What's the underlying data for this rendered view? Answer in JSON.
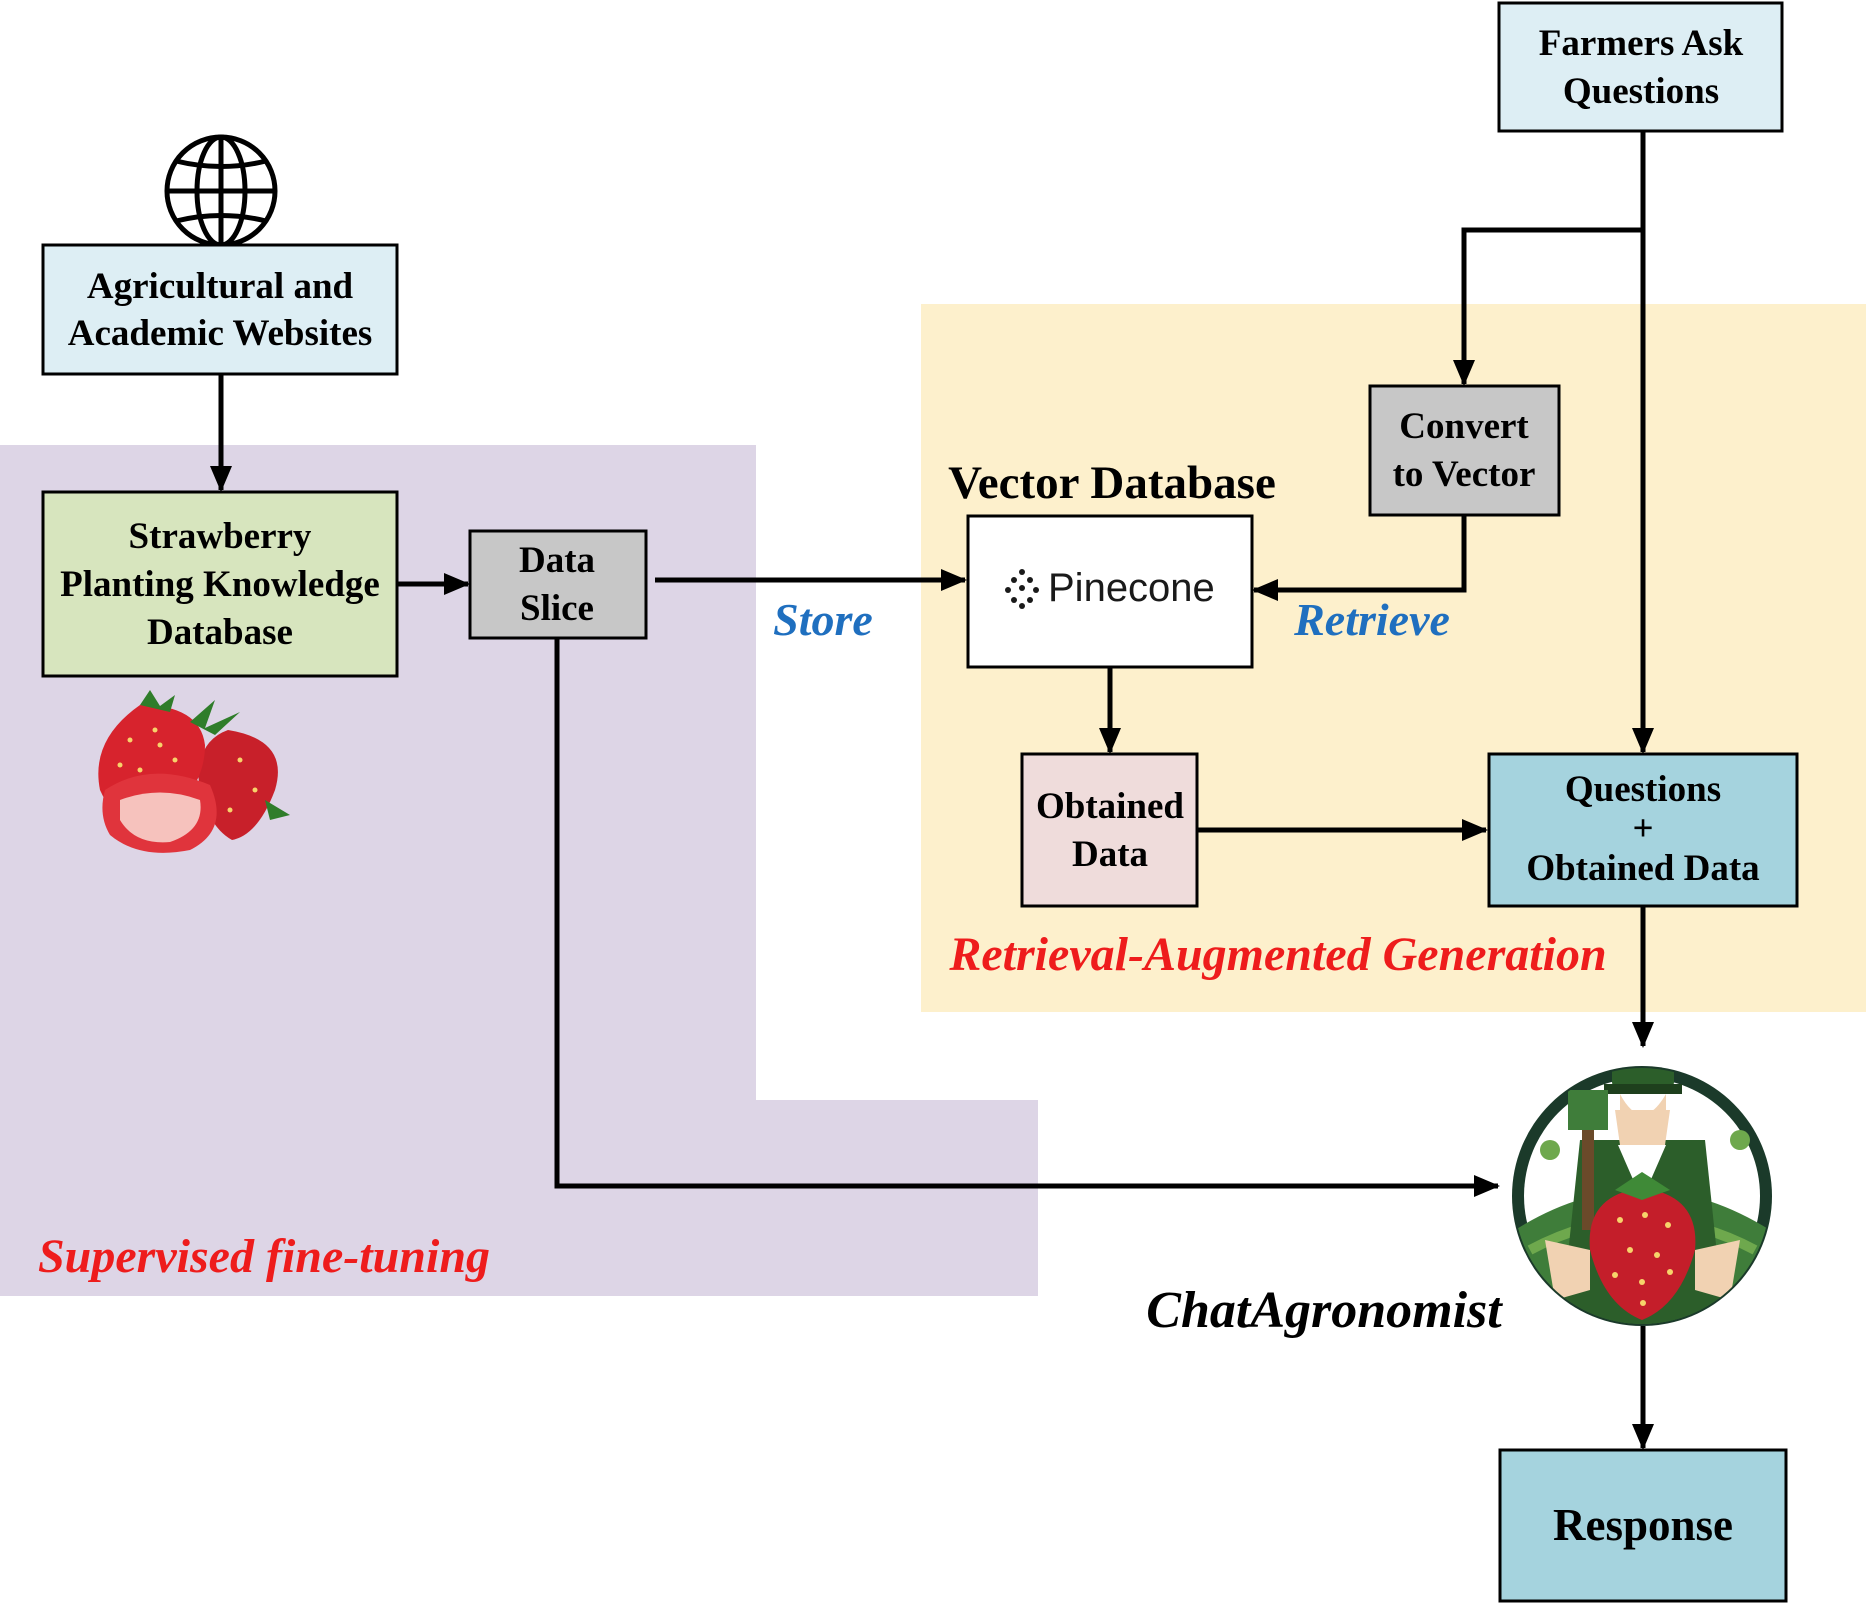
{
  "colors": {
    "sft_region": "#ddd5e6",
    "rag_region": "#fdf0cc",
    "light_blue_box": "#ddeef4",
    "green_box": "#d7e5be",
    "gray_box": "#c7c7c7",
    "pink_box": "#efdcdb",
    "teal_box": "#a5d3de",
    "blue_label": "#1f6fbf",
    "red_label": "#ee1c1c"
  },
  "nodes": {
    "farmers_ask": [
      "Farmers Ask",
      "Questions"
    ],
    "websites": [
      "Agricultural and",
      "Academic Websites"
    ],
    "strawberry_db": [
      "Strawberry",
      "Planting Knowledge",
      "Database"
    ],
    "data_slice": [
      "Data",
      "Slice"
    ],
    "convert_vector": [
      "Convert",
      "to Vector"
    ],
    "vector_db_title": "Vector Database",
    "pinecone_logo_text": "Pinecone",
    "obtained_data": [
      "Obtained",
      "Data"
    ],
    "questions_plus": [
      "Questions",
      "+",
      "Obtained Data"
    ],
    "response": "Response",
    "chat_agronomist": "ChatAgronomist"
  },
  "edge_labels": {
    "store": "Store",
    "retrieve": "Retrieve"
  },
  "regions": {
    "sft": "Supervised fine-tuning",
    "rag": "Retrieval-Augmented Generation"
  },
  "icons": [
    "globe-icon",
    "strawberry-icon",
    "pinecone-logo-icon",
    "farmer-avatar-icon"
  ]
}
